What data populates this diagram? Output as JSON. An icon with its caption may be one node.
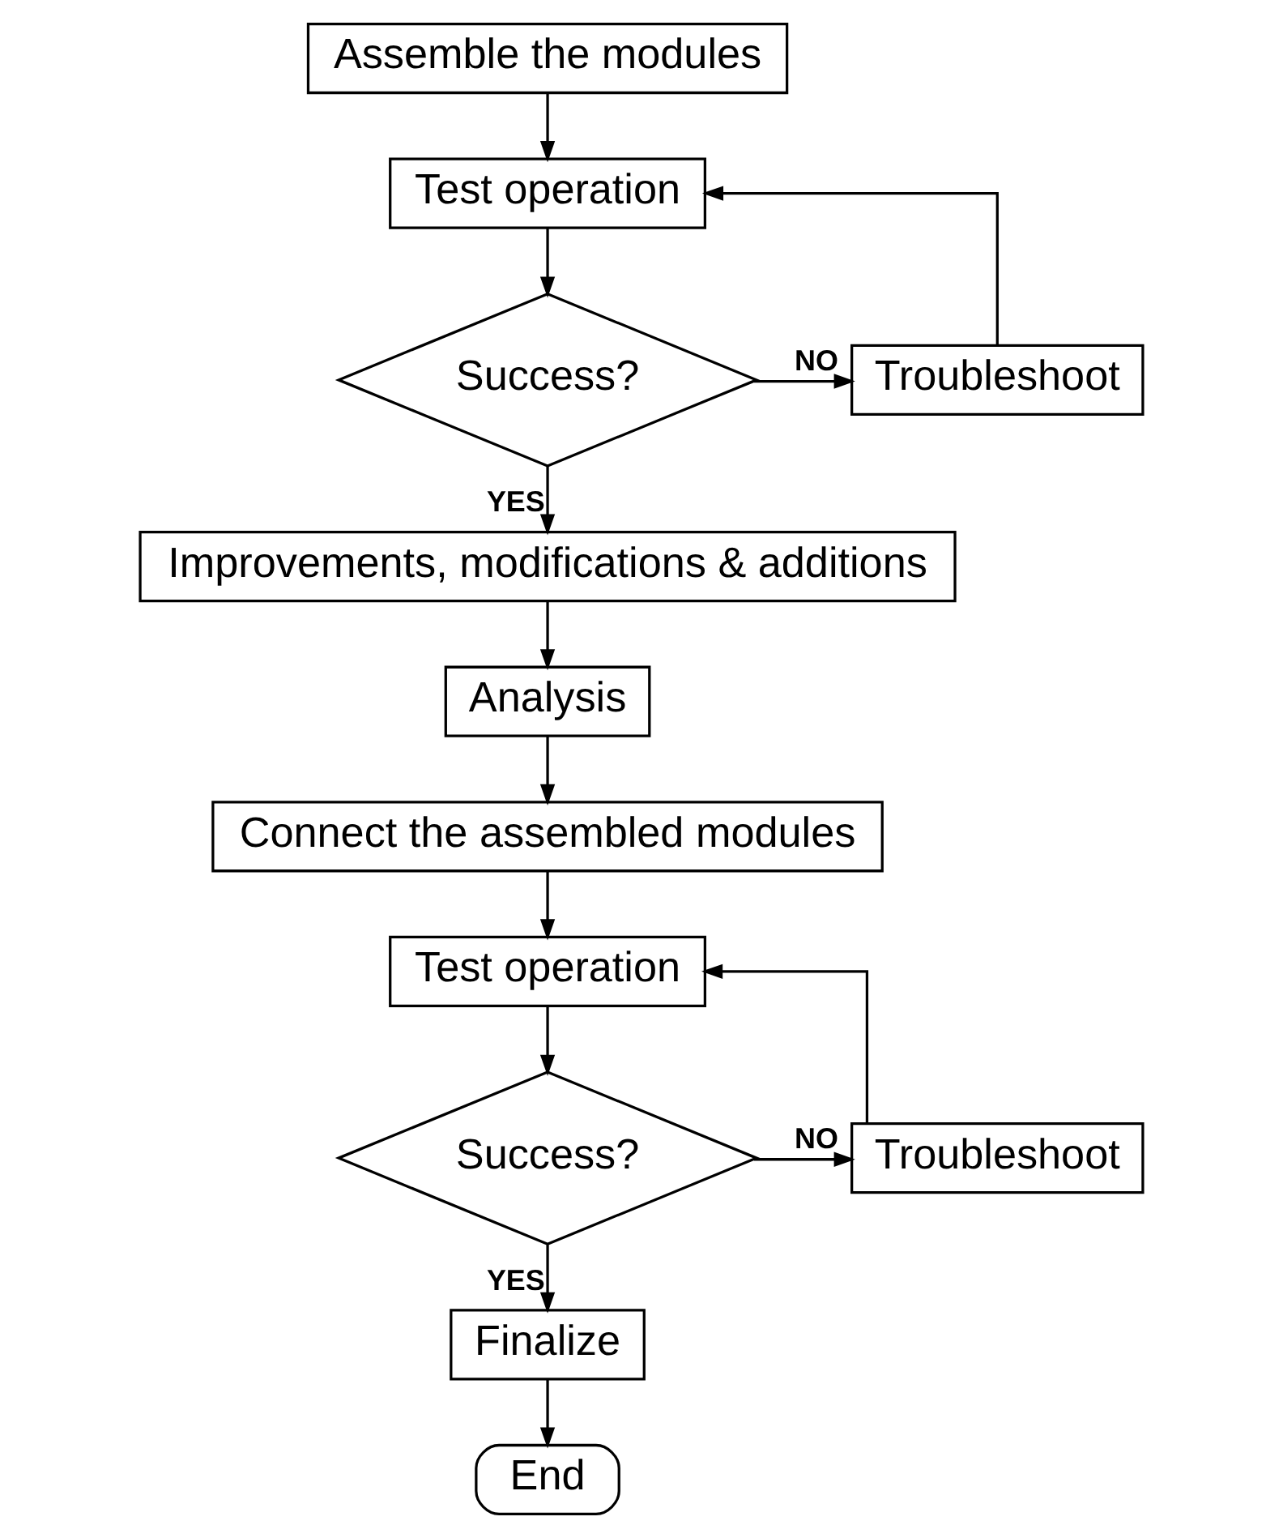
{
  "diagram": {
    "nodes": [
      {
        "text": [
          "Assemble the modules"
        ]
      },
      {
        "text": [
          "Test operation"
        ]
      },
      {
        "text": [
          "Success?"
        ]
      },
      {
        "text": [
          "Troubleshoot"
        ]
      },
      {
        "text": [
          "Improvements, modifications & additions"
        ]
      },
      {
        "text": [
          "Analysis"
        ]
      },
      {
        "text": [
          "Connect the assembled modules"
        ]
      },
      {
        "text": [
          "Test operation"
        ]
      },
      {
        "text": [
          "Success?"
        ]
      },
      {
        "text": [
          "Troubleshoot"
        ]
      },
      {
        "text": [
          "Finalize"
        ]
      },
      {
        "text": [
          "End"
        ]
      }
    ],
    "edges": [
      {
        "from": 0,
        "to": 1,
        "arrow": "to"
      },
      {
        "from": 1,
        "to": 2,
        "arrow": "to"
      },
      {
        "from": 2,
        "to": 3,
        "arrow": "to",
        "label": "NO"
      },
      {
        "from": 3,
        "to": 1,
        "arrow": "to"
      },
      {
        "from": 2,
        "to": 4,
        "arrow": "to",
        "label": "YES"
      },
      {
        "from": 4,
        "to": 5,
        "arrow": "to"
      },
      {
        "from": 5,
        "to": 6,
        "arrow": "to"
      },
      {
        "from": 6,
        "to": 7,
        "arrow": "to"
      },
      {
        "from": 7,
        "to": 8,
        "arrow": "to"
      },
      {
        "from": 8,
        "to": 9,
        "arrow": "to",
        "label": "NO"
      },
      {
        "from": 9,
        "to": 7,
        "arrow": "to"
      },
      {
        "from": 8,
        "to": 10,
        "arrow": "to",
        "label": "YES"
      },
      {
        "from": 10,
        "to": 11,
        "arrow": "to"
      }
    ]
  }
}
